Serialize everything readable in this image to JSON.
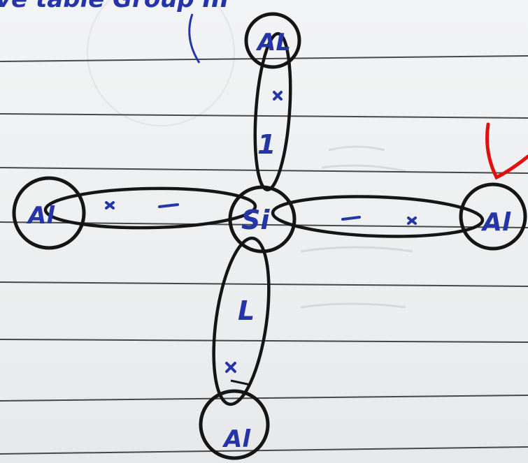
{
  "header_fragment": "ve table Group III",
  "center_atom": "Si",
  "outer_atoms": {
    "top": "AL",
    "left": "Al",
    "right": "Al",
    "bottom": "Al"
  },
  "bond_marks": {
    "top": "1",
    "bottom": "L"
  },
  "colors": {
    "ink_blue": "#2535a8",
    "pencil_black": "#151515",
    "red_tick": "#e01010",
    "rule_line": "#2a2a2a"
  },
  "icons": [
    "red-check-mark-icon"
  ]
}
